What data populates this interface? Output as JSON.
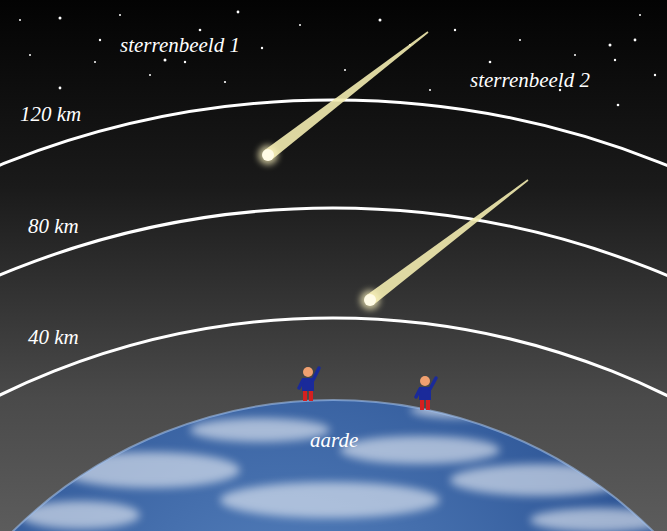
{
  "diagram": {
    "labels": [
      "sterrenbeeld 1",
      "sterrenbeeld 2",
      "120 km",
      "80 km",
      "40 km",
      "aarde"
    ]
  }
}
